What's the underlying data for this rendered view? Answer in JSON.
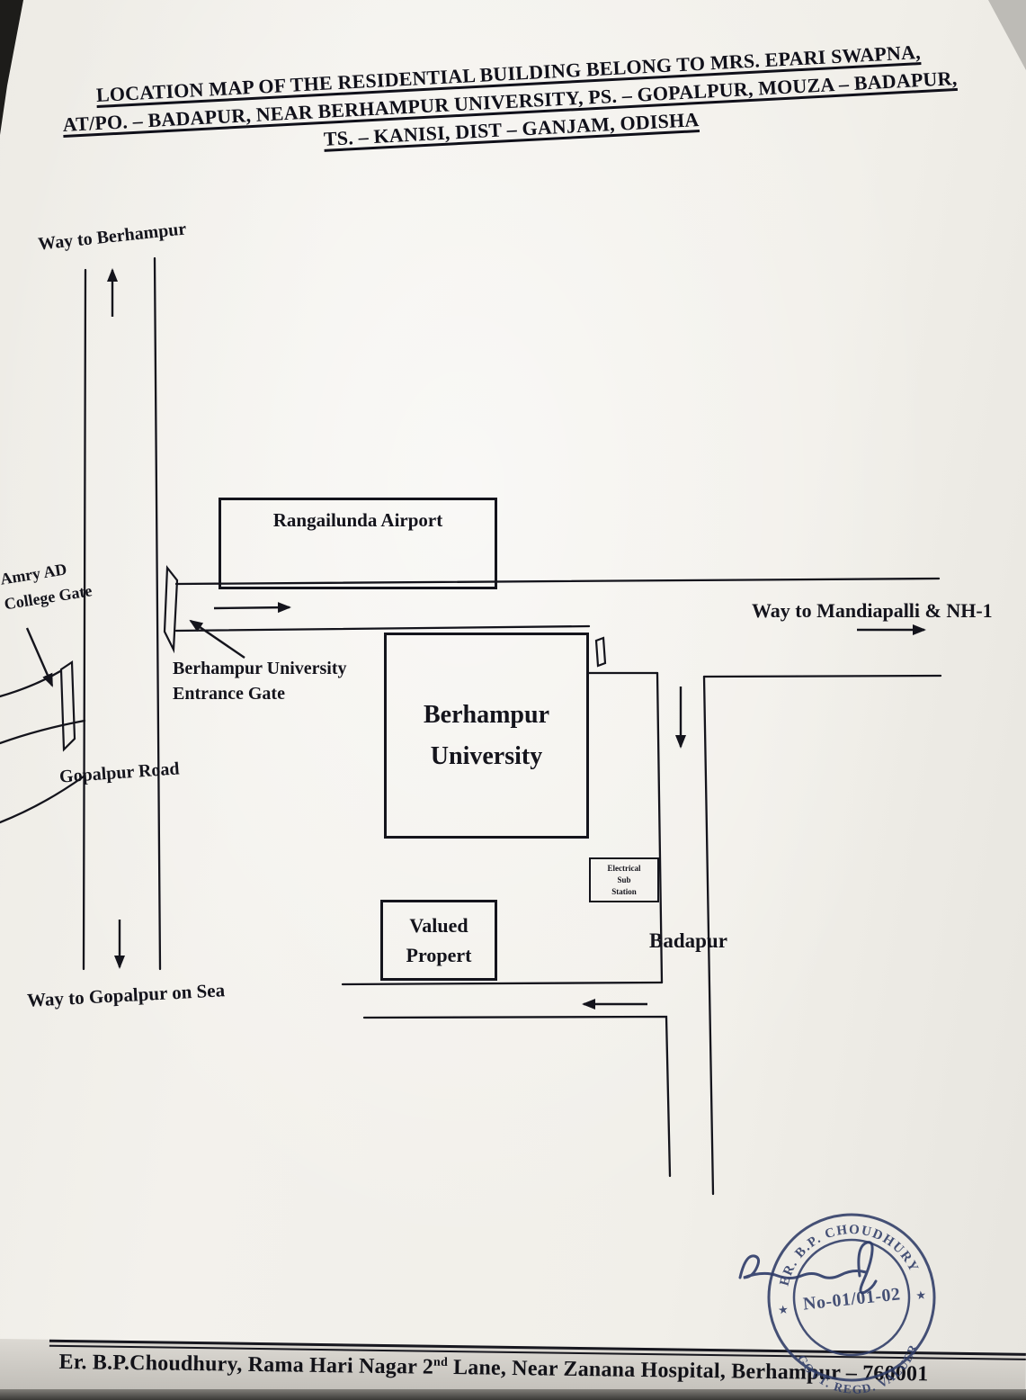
{
  "document": {
    "title_line1": "LOCATION MAP OF THE RESIDENTIAL BUILDING BELONG TO MRS. EPARI SWAPNA,",
    "title_line2": "AT/PO. – BADAPUR, NEAR BERHAMPUR UNIVERSITY, PS. – GOPALPUR, MOUZA – BADAPUR,",
    "title_line3": "TS. – KANISI, DIST – GANJAM, ODISHA"
  },
  "map": {
    "way_berhampur": "Way to Berhampur",
    "amry_line1": "Amry AD",
    "amry_line2": "College Gate",
    "gopalpur_road": "Gopalpur Road",
    "way_gopalpur_sea": "Way to Gopalpur on Sea",
    "airport": "Rangailunda Airport",
    "way_mandiapalli": "Way to Mandiapalli & NH-1",
    "entrance_line1": "Berhampur University",
    "entrance_line2": "Entrance Gate",
    "university_line1": "Berhampur",
    "university_line2": "University",
    "electrical_line1": "Electrical",
    "electrical_line2": "Sub",
    "electrical_line3": "Station",
    "valued_line1": "Valued",
    "valued_line2": "Propert",
    "badapur": "Badapur"
  },
  "stamp": {
    "arc_top": "ER. B.P. CHOUDHURY",
    "arc_bottom": "GOVT. REGD. VALUER",
    "number": "No-01/01-02",
    "star_left": "★",
    "star_right": "★",
    "ink_color": "#2e3b66"
  },
  "footer": {
    "part1": "Er. B.P.Choudhury, Rama Hari Nagar 2",
    "sup": "nd",
    "part2": " Lane, Near Zanana Hospital, Berhampur – 760001"
  },
  "colors": {
    "ink": "#14141c",
    "paper": "#f1efe9"
  }
}
